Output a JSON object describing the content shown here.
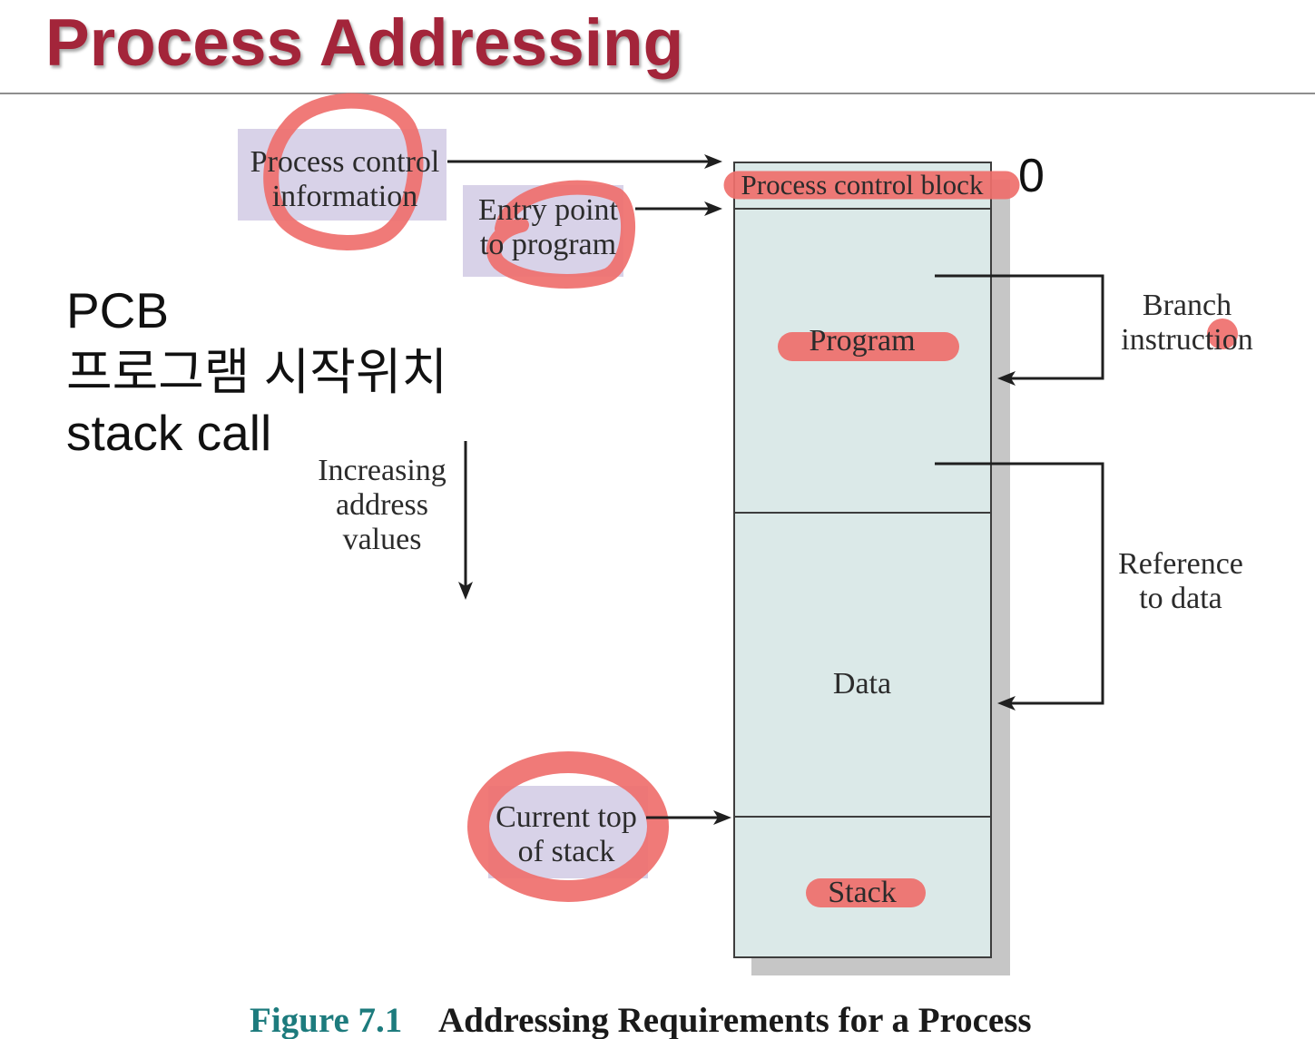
{
  "slide": {
    "title": "Process Addressing"
  },
  "notes": {
    "line1": "PCB",
    "line2": "프로그램 시작위치",
    "line3": "stack call",
    "zero_mark": "0"
  },
  "diagram": {
    "memory_segments": {
      "process_control_block": "Process control block",
      "program": "Program",
      "data": "Data",
      "stack": "Stack"
    },
    "pointers": {
      "process_control_information": [
        "Process control",
        "information"
      ],
      "entry_point": [
        "Entry point",
        "to program"
      ],
      "current_top_of_stack": [
        "Current top",
        "of stack"
      ]
    },
    "address_direction": [
      "Increasing",
      "address",
      "values"
    ],
    "references": {
      "branch_instruction": [
        "Branch",
        "instruction"
      ],
      "reference_to_data": [
        "Reference",
        "to data"
      ]
    }
  },
  "caption": {
    "figure_label": "Figure 7.1",
    "title": "Addressing Requirements for a Process"
  },
  "colors": {
    "title": "#a3253a",
    "figure_label": "#1d7b7d",
    "highlighter": "#ef6f6c",
    "pointer_box": "#d8d2e8",
    "memory_fill": "#dbe9e8"
  }
}
